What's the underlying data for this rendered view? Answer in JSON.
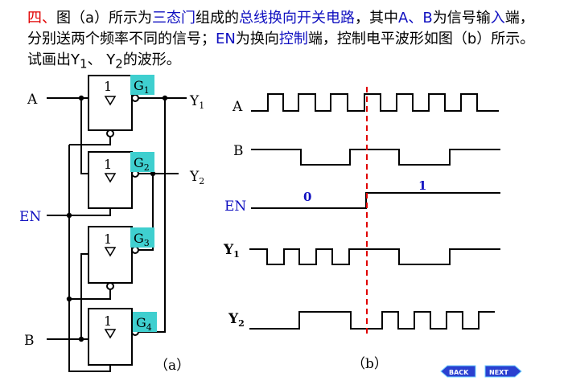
{
  "question": {
    "number": "四、",
    "seg1": "图（a）所示为",
    "term1": "三态门",
    "seg2": "组成的",
    "term2": "总线换向开关电路",
    "seg3": "，其中",
    "term3": "A、B",
    "seg4": "为信号输",
    "term4": "入",
    "seg5": "端，分别送两个频率不同的信号；",
    "term5": "EN",
    "seg6": "为换向",
    "term6": "控制",
    "seg7": "端，控制电平波形如图（b）所示。试画出Y",
    "sub1": "1",
    "seg8": "、 Y",
    "sub2": "2",
    "seg9": "的波形。"
  },
  "circuit": {
    "input_a": "A",
    "input_b": "B",
    "input_en": "EN",
    "gate_symbol": "1",
    "gates": [
      {
        "label": "G",
        "sub": "1"
      },
      {
        "label": "G",
        "sub": "2"
      },
      {
        "label": "G",
        "sub": "3"
      },
      {
        "label": "G",
        "sub": "4"
      }
    ],
    "output_y1": "Y",
    "output_y1_sub": "1",
    "output_y2": "Y",
    "output_y2_sub": "2",
    "caption": "（a）",
    "colors": {
      "gate_label_bg": "#3fcfcf",
      "en_label": "#1010c0"
    }
  },
  "waveforms": {
    "rows": [
      {
        "name": "A",
        "sub": ""
      },
      {
        "name": "B",
        "sub": ""
      },
      {
        "name": "EN",
        "sub": ""
      },
      {
        "name": "Y",
        "sub": "1"
      },
      {
        "name": "Y",
        "sub": "2"
      }
    ],
    "en_low_label": "0",
    "en_high_label": "1",
    "caption": "（b）",
    "colors": {
      "divider": "#e00000",
      "en_label": "#1010c0"
    }
  },
  "nav": {
    "back_label": "BACK",
    "next_label": "NEXT",
    "colors": {
      "button": "#2a40d0"
    }
  }
}
